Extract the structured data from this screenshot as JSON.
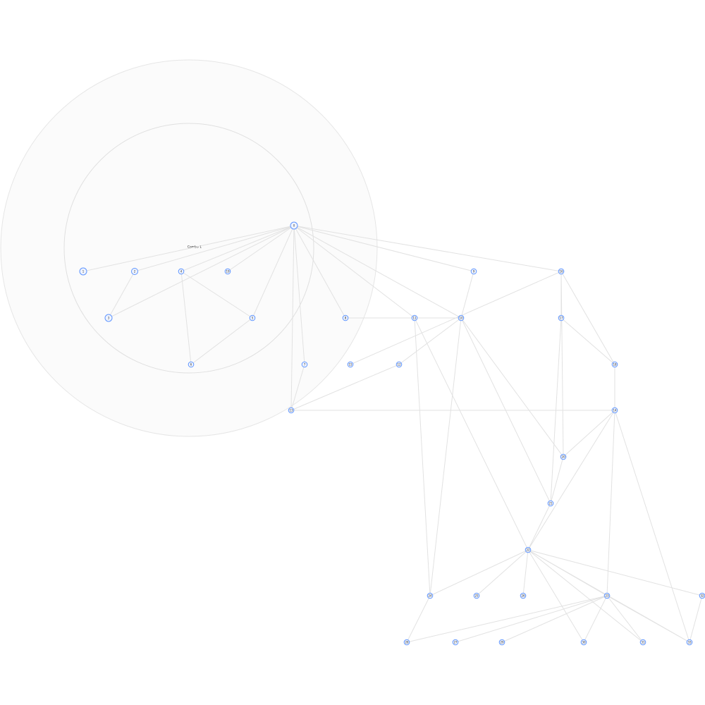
{
  "combos": [
    {
      "id": "combo-1",
      "label": "Combo 1"
    }
  ],
  "nodes": [
    {
      "id": "0",
      "label": "0"
    },
    {
      "id": "1",
      "label": "1"
    },
    {
      "id": "2",
      "label": "2"
    },
    {
      "id": "3",
      "label": "3"
    },
    {
      "id": "4",
      "label": "4"
    },
    {
      "id": "5",
      "label": "5"
    },
    {
      "id": "6",
      "label": "6"
    },
    {
      "id": "7",
      "label": "7"
    },
    {
      "id": "8",
      "label": "8"
    },
    {
      "id": "9",
      "label": "9"
    },
    {
      "id": "10",
      "label": "10"
    },
    {
      "id": "11",
      "label": "11"
    },
    {
      "id": "12",
      "label": "12"
    },
    {
      "id": "13",
      "label": "13"
    },
    {
      "id": "14",
      "label": "14"
    },
    {
      "id": "15",
      "label": "15"
    },
    {
      "id": "16",
      "label": "16"
    },
    {
      "id": "17",
      "label": "17"
    },
    {
      "id": "18",
      "label": "18"
    },
    {
      "id": "19",
      "label": "19"
    },
    {
      "id": "20",
      "label": "20"
    },
    {
      "id": "21",
      "label": "21"
    },
    {
      "id": "22",
      "label": "22"
    },
    {
      "id": "23",
      "label": "23"
    },
    {
      "id": "24",
      "label": "24"
    },
    {
      "id": "25",
      "label": "25"
    },
    {
      "id": "26",
      "label": "26"
    },
    {
      "id": "27",
      "label": "27"
    },
    {
      "id": "28",
      "label": "28"
    },
    {
      "id": "29",
      "label": "29"
    },
    {
      "id": "30",
      "label": "30"
    },
    {
      "id": "31",
      "label": "31"
    },
    {
      "id": "32",
      "label": "32"
    },
    {
      "id": "33",
      "label": "33"
    }
  ],
  "edges": [
    [
      "0",
      "1"
    ],
    [
      "0",
      "2"
    ],
    [
      "0",
      "3"
    ],
    [
      "0",
      "4"
    ],
    [
      "0",
      "7"
    ],
    [
      "0",
      "8"
    ],
    [
      "0",
      "9"
    ],
    [
      "0",
      "10"
    ],
    [
      "0",
      "13"
    ],
    [
      "0",
      "16"
    ],
    [
      "0",
      "5"
    ],
    [
      "0",
      "11"
    ],
    [
      "2",
      "3"
    ],
    [
      "4",
      "5"
    ],
    [
      "4",
      "6"
    ],
    [
      "5",
      "6"
    ],
    [
      "7",
      "13"
    ],
    [
      "8",
      "10"
    ],
    [
      "9",
      "10"
    ],
    [
      "10",
      "11"
    ],
    [
      "10",
      "12"
    ],
    [
      "10",
      "20"
    ],
    [
      "10",
      "21"
    ],
    [
      "10",
      "24"
    ],
    [
      "11",
      "22"
    ],
    [
      "11",
      "24"
    ],
    [
      "12",
      "13"
    ],
    [
      "13",
      "14"
    ],
    [
      "14",
      "20"
    ],
    [
      "14",
      "22"
    ],
    [
      "14",
      "23"
    ],
    [
      "14",
      "33"
    ],
    [
      "15",
      "16"
    ],
    [
      "16",
      "17"
    ],
    [
      "16",
      "18"
    ],
    [
      "16",
      "20"
    ],
    [
      "17",
      "18"
    ],
    [
      "17",
      "21"
    ],
    [
      "18",
      "14"
    ],
    [
      "20",
      "21"
    ],
    [
      "21",
      "22"
    ],
    [
      "22",
      "24"
    ],
    [
      "22",
      "25"
    ],
    [
      "22",
      "26"
    ],
    [
      "22",
      "30"
    ],
    [
      "22",
      "31"
    ],
    [
      "22",
      "32"
    ],
    [
      "22",
      "33"
    ],
    [
      "23",
      "28"
    ],
    [
      "23",
      "27"
    ],
    [
      "23",
      "29"
    ],
    [
      "23",
      "30"
    ],
    [
      "23",
      "31"
    ],
    [
      "23",
      "33"
    ],
    [
      "24",
      "28"
    ],
    [
      "32",
      "33"
    ],
    [
      "22",
      "23"
    ],
    [
      "19",
      "0"
    ]
  ],
  "colors": {
    "node_stroke": "#5f95ff",
    "node_fill": "#eff4ff",
    "edge": "#e2e2e2",
    "combo_fill": "#fbfbfb",
    "combo_stroke": "#e6e6e6"
  }
}
